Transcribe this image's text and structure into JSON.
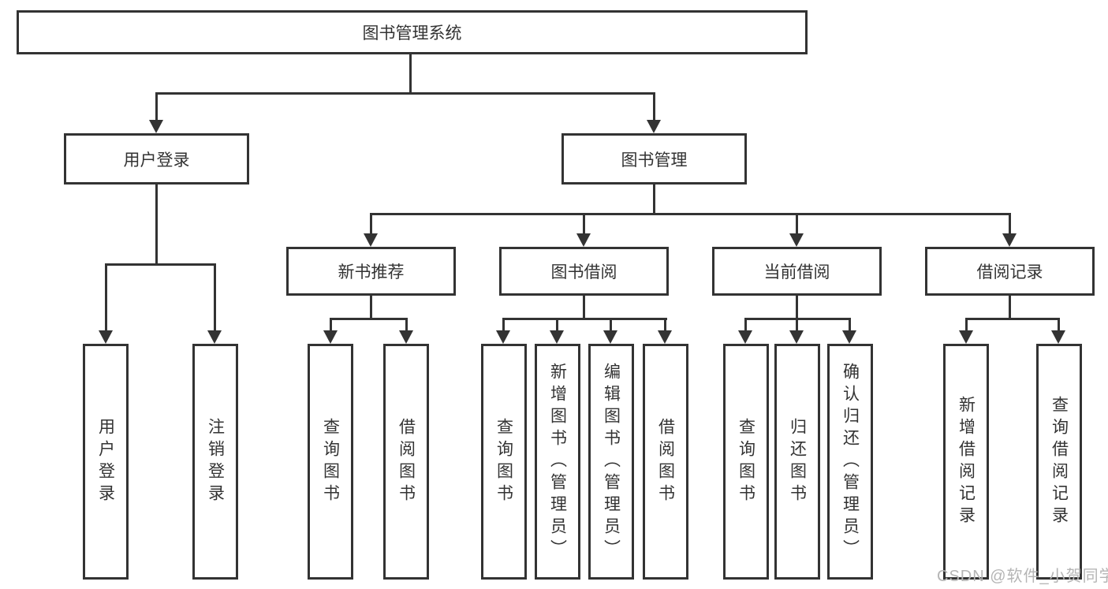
{
  "diagram": {
    "root": {
      "label": "图书管理系统"
    },
    "user_login": {
      "label": "用户登录",
      "children": [
        {
          "label": "用户登录"
        },
        {
          "label": "注销登录"
        }
      ]
    },
    "book_management": {
      "label": "图书管理",
      "sections": [
        {
          "label": "新书推荐",
          "children": [
            {
              "label": "查询图书"
            },
            {
              "label": "借阅图书"
            }
          ]
        },
        {
          "label": "图书借阅",
          "children": [
            {
              "label": "查询图书"
            },
            {
              "label": "新增图书（管理员）"
            },
            {
              "label": "编辑图书（管理员）"
            },
            {
              "label": "借阅图书"
            }
          ]
        },
        {
          "label": "当前借阅",
          "children": [
            {
              "label": "查询图书"
            },
            {
              "label": "归还图书"
            },
            {
              "label": "确认归还（管理员）"
            }
          ]
        },
        {
          "label": "借阅记录",
          "children": [
            {
              "label": "新增借阅记录"
            },
            {
              "label": "查询借阅记录"
            }
          ]
        }
      ]
    },
    "colors": {
      "line": "#333333",
      "box_border": "#333333",
      "text": "#333333",
      "watermark": "#b5b5b5"
    }
  },
  "watermark": {
    "text": "CSDN @软件_小贺同学"
  }
}
